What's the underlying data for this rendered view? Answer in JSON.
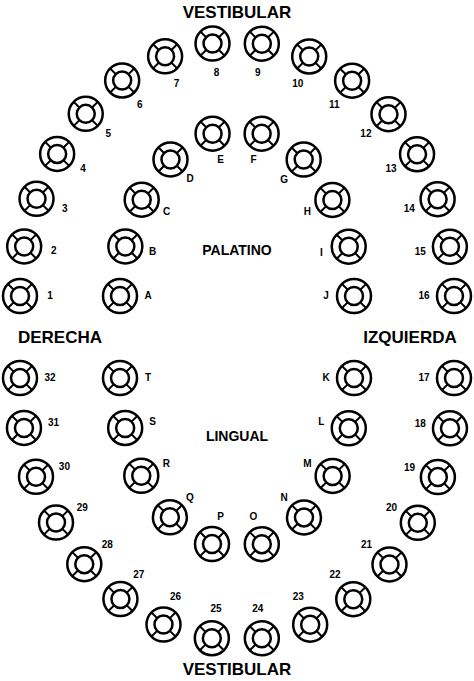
{
  "diagram": {
    "labels": [
      "VESTIBULAR",
      "PALATINO",
      "1",
      "2",
      "3",
      "4",
      "5",
      "6",
      "7",
      "8",
      "9",
      "10",
      "11",
      "12",
      "13",
      "14",
      "15",
      "16",
      "A",
      "B",
      "C",
      "D",
      "E",
      "F",
      "G",
      "H",
      "I",
      "J",
      "DERECHA",
      "IZQUIERDA",
      "LINGUAL",
      "17",
      "18",
      "19",
      "20",
      "21",
      "22",
      "23",
      "24",
      "25",
      "26",
      "27",
      "28",
      "29",
      "30",
      "31",
      "32",
      "K",
      "L",
      "M",
      "N",
      "O",
      "P",
      "Q",
      "R",
      "S",
      "T",
      "VESTIBULAR"
    ]
  }
}
